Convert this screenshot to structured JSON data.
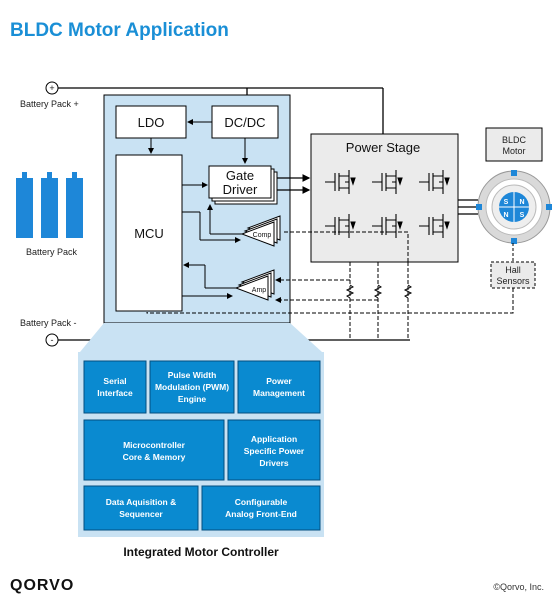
{
  "title": "BLDC Motor Application",
  "battery": {
    "plus_symbol": "+",
    "minus_symbol": "-",
    "plus_label": "Battery Pack +",
    "minus_label": "Battery Pack -",
    "pack_label": "Battery Pack"
  },
  "blocks": {
    "ldo": "LDO",
    "dcdc": "DC/DC",
    "gate_driver_line1": "Gate",
    "gate_driver_line2": "Driver",
    "mcu": "MCU",
    "comp": "Comp",
    "amp": "Amp",
    "power_stage": "Power Stage",
    "bldc_motor_line1": "BLDC",
    "bldc_motor_line2": "Motor",
    "hall_line1": "Hall",
    "hall_line2": "Sensors"
  },
  "motor_poles": [
    "S",
    "N",
    "N",
    "S"
  ],
  "controller": {
    "caption": "Integrated Motor Controller",
    "serial": [
      "Serial",
      "Interface"
    ],
    "pwm": [
      "Pulse Width",
      "Modulation (PWM)",
      "Engine"
    ],
    "power_mgmt": [
      "Power",
      "Management"
    ],
    "mcu_core": [
      "Microcontroller",
      "Core & Memory"
    ],
    "asp_drivers": [
      "Application",
      "Specific Power",
      "Drivers"
    ],
    "daq": [
      "Data Aquisition &",
      "Sequencer"
    ],
    "afe": [
      "Configurable",
      "Analog Front-End"
    ]
  },
  "footer": {
    "logo": "QORVO",
    "copyright": "©Qorvo, Inc."
  },
  "colors": {
    "title": "#1a8fd6",
    "controller_bg": "#c9e2f3",
    "block_blue": "#0a8ad0",
    "battery_blue": "#1e87d8",
    "power_stage_bg": "#ebebeb"
  }
}
